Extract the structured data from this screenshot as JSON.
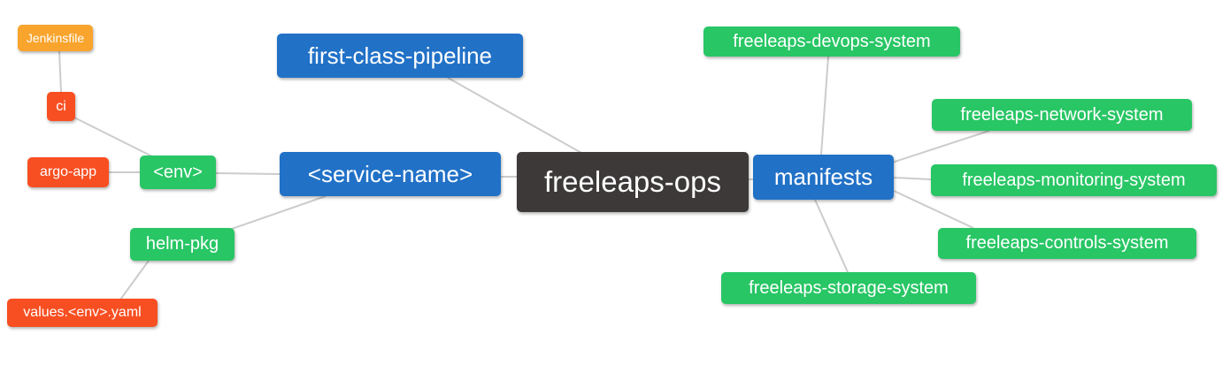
{
  "diagram": {
    "type": "mindmap",
    "background": "#ffffff",
    "edge_color": "#cccccc",
    "colors": {
      "orange": "#f9a42c",
      "red": "#f84f22",
      "green": "#28c665",
      "blue": "#2171c7",
      "dark": "#3d3939",
      "text": "#ffffff"
    },
    "nodes": {
      "jenkinsfile": {
        "label": "Jenkinsfile",
        "color": "orange"
      },
      "ci": {
        "label": "ci",
        "color": "red"
      },
      "argo_app": {
        "label": "argo-app",
        "color": "red"
      },
      "env": {
        "label": "<env>",
        "color": "green"
      },
      "helm_pkg": {
        "label": "helm-pkg",
        "color": "green"
      },
      "values_yaml": {
        "label": "values.<env>.yaml",
        "color": "red"
      },
      "pipeline": {
        "label": "first-class-pipeline",
        "color": "blue"
      },
      "service": {
        "label": "<service-name>",
        "color": "blue"
      },
      "ops": {
        "label": "freeleaps-ops",
        "color": "dark"
      },
      "manifests": {
        "label": "manifests",
        "color": "blue"
      },
      "devops": {
        "label": "freeleaps-devops-system",
        "color": "green"
      },
      "network": {
        "label": "freeleaps-network-system",
        "color": "green"
      },
      "monitoring": {
        "label": "freeleaps-monitoring-system",
        "color": "green"
      },
      "controls": {
        "label": "freeleaps-controls-system",
        "color": "green"
      },
      "storage": {
        "label": "freeleaps-storage-system",
        "color": "green"
      }
    },
    "edges": [
      {
        "from": "jenkinsfile",
        "to": "ci"
      },
      {
        "from": "ci",
        "to": "env"
      },
      {
        "from": "argo_app",
        "to": "env"
      },
      {
        "from": "env",
        "to": "service"
      },
      {
        "from": "helm_pkg",
        "to": "service"
      },
      {
        "from": "values_yaml",
        "to": "helm_pkg"
      },
      {
        "from": "pipeline",
        "to": "ops"
      },
      {
        "from": "service",
        "to": "ops"
      },
      {
        "from": "ops",
        "to": "manifests"
      },
      {
        "from": "manifests",
        "to": "devops"
      },
      {
        "from": "manifests",
        "to": "network"
      },
      {
        "from": "manifests",
        "to": "monitoring"
      },
      {
        "from": "manifests",
        "to": "controls"
      },
      {
        "from": "manifests",
        "to": "storage"
      }
    ]
  }
}
